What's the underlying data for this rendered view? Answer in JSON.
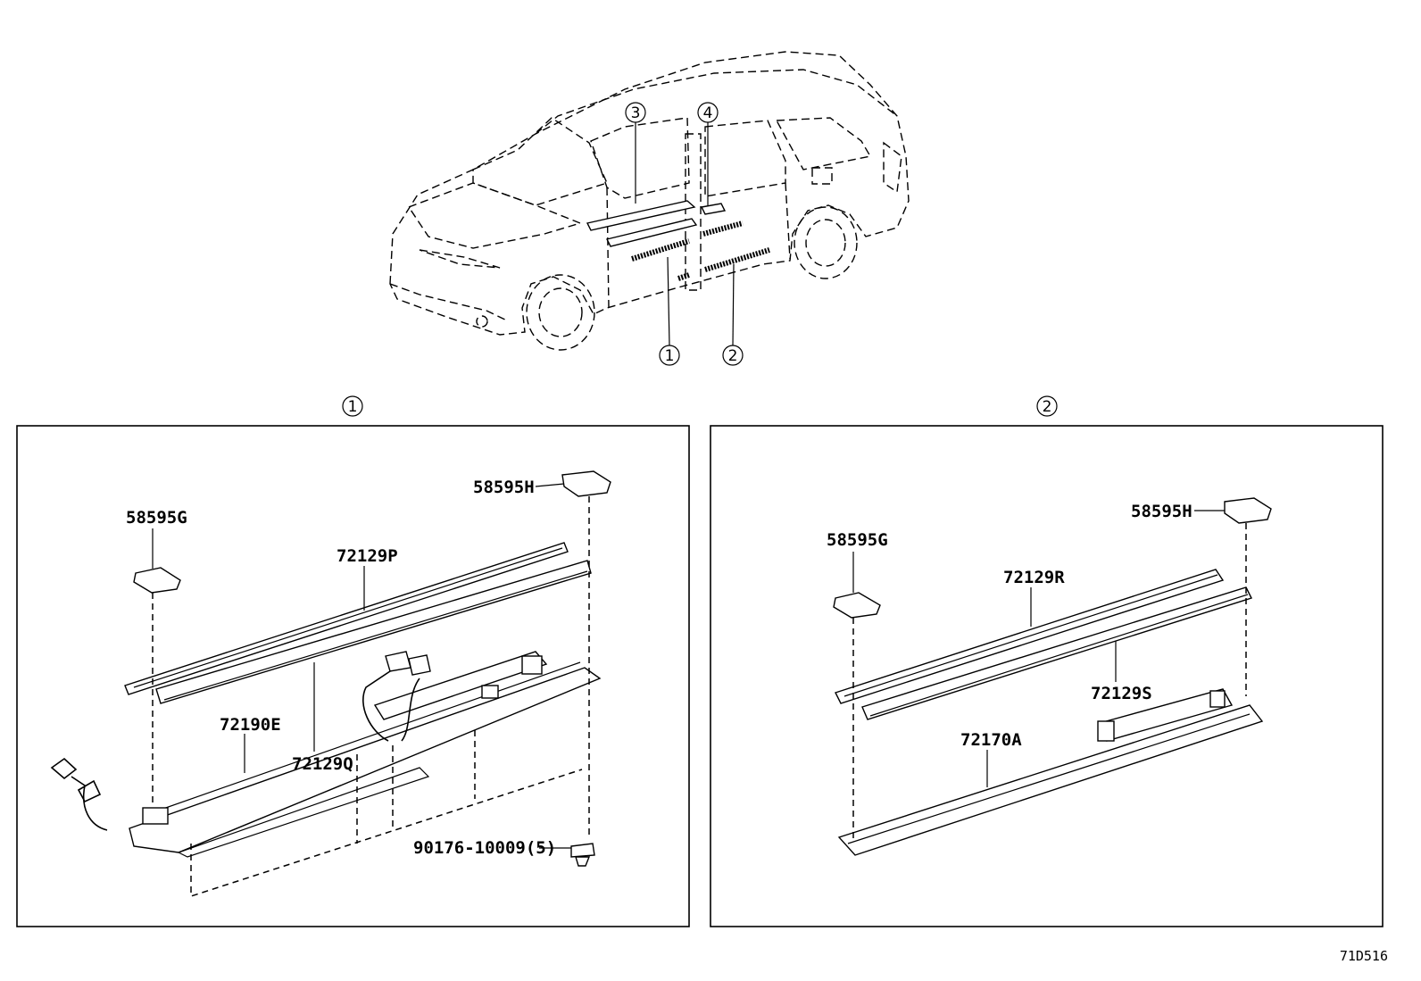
{
  "car_callouts": [
    "1",
    "2",
    "3",
    "4"
  ],
  "panel_left": {
    "callout": "1",
    "parts": {
      "p58595H": "58595H",
      "p58595G": "58595G",
      "p72129P": "72129P",
      "p72129Q": "72129Q",
      "p72190E": "72190E",
      "p90176": "90176-10009(5)"
    }
  },
  "panel_right": {
    "callout": "2",
    "parts": {
      "p58595H": "58595H",
      "p58595G": "58595G",
      "p72129R": "72129R",
      "p72129S": "72129S",
      "p72170A": "72170A"
    }
  },
  "diagram_code": "71D516"
}
